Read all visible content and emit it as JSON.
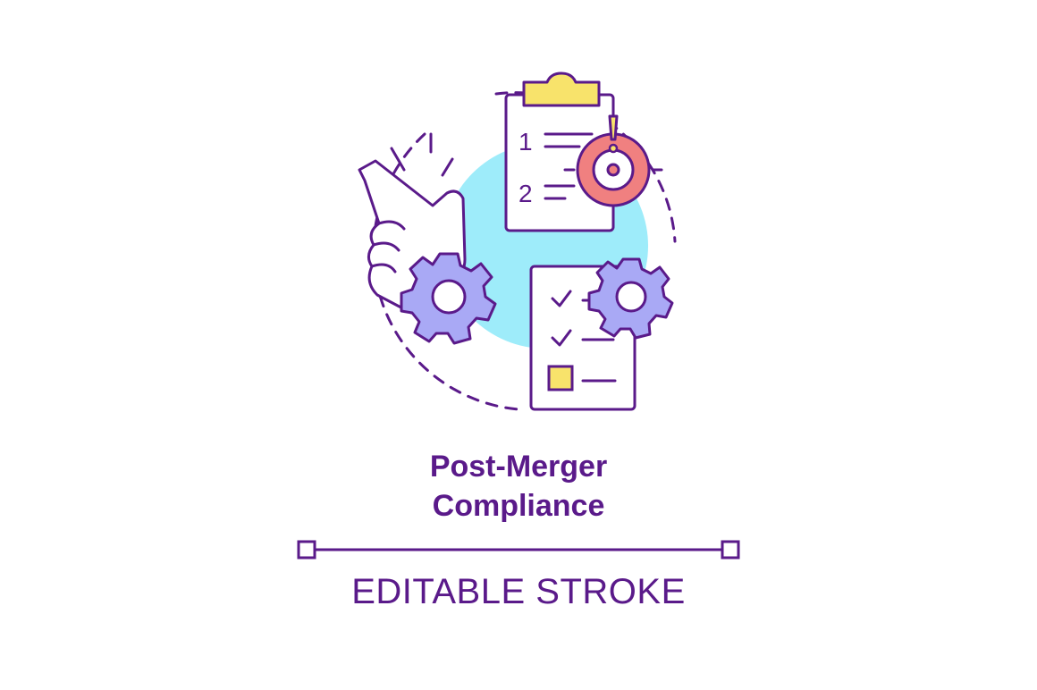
{
  "title": {
    "line1": "Post-Merger",
    "line2": "Compliance"
  },
  "caption": "EDITABLE STROKE",
  "clipboard_numbers": [
    "1",
    "2"
  ],
  "colors": {
    "stroke": "#5a1a8a",
    "bg_circle": "#9eecfa",
    "gear_fill": "#a9a9f5",
    "clip_yellow": "#f8e36b",
    "target_red": "#f08080",
    "checkbox_yellow": "#f8e36b"
  },
  "icons": [
    "pointing-hand-icon",
    "gear-icon",
    "clipboard-icon",
    "target-icon",
    "checklist-icon"
  ]
}
